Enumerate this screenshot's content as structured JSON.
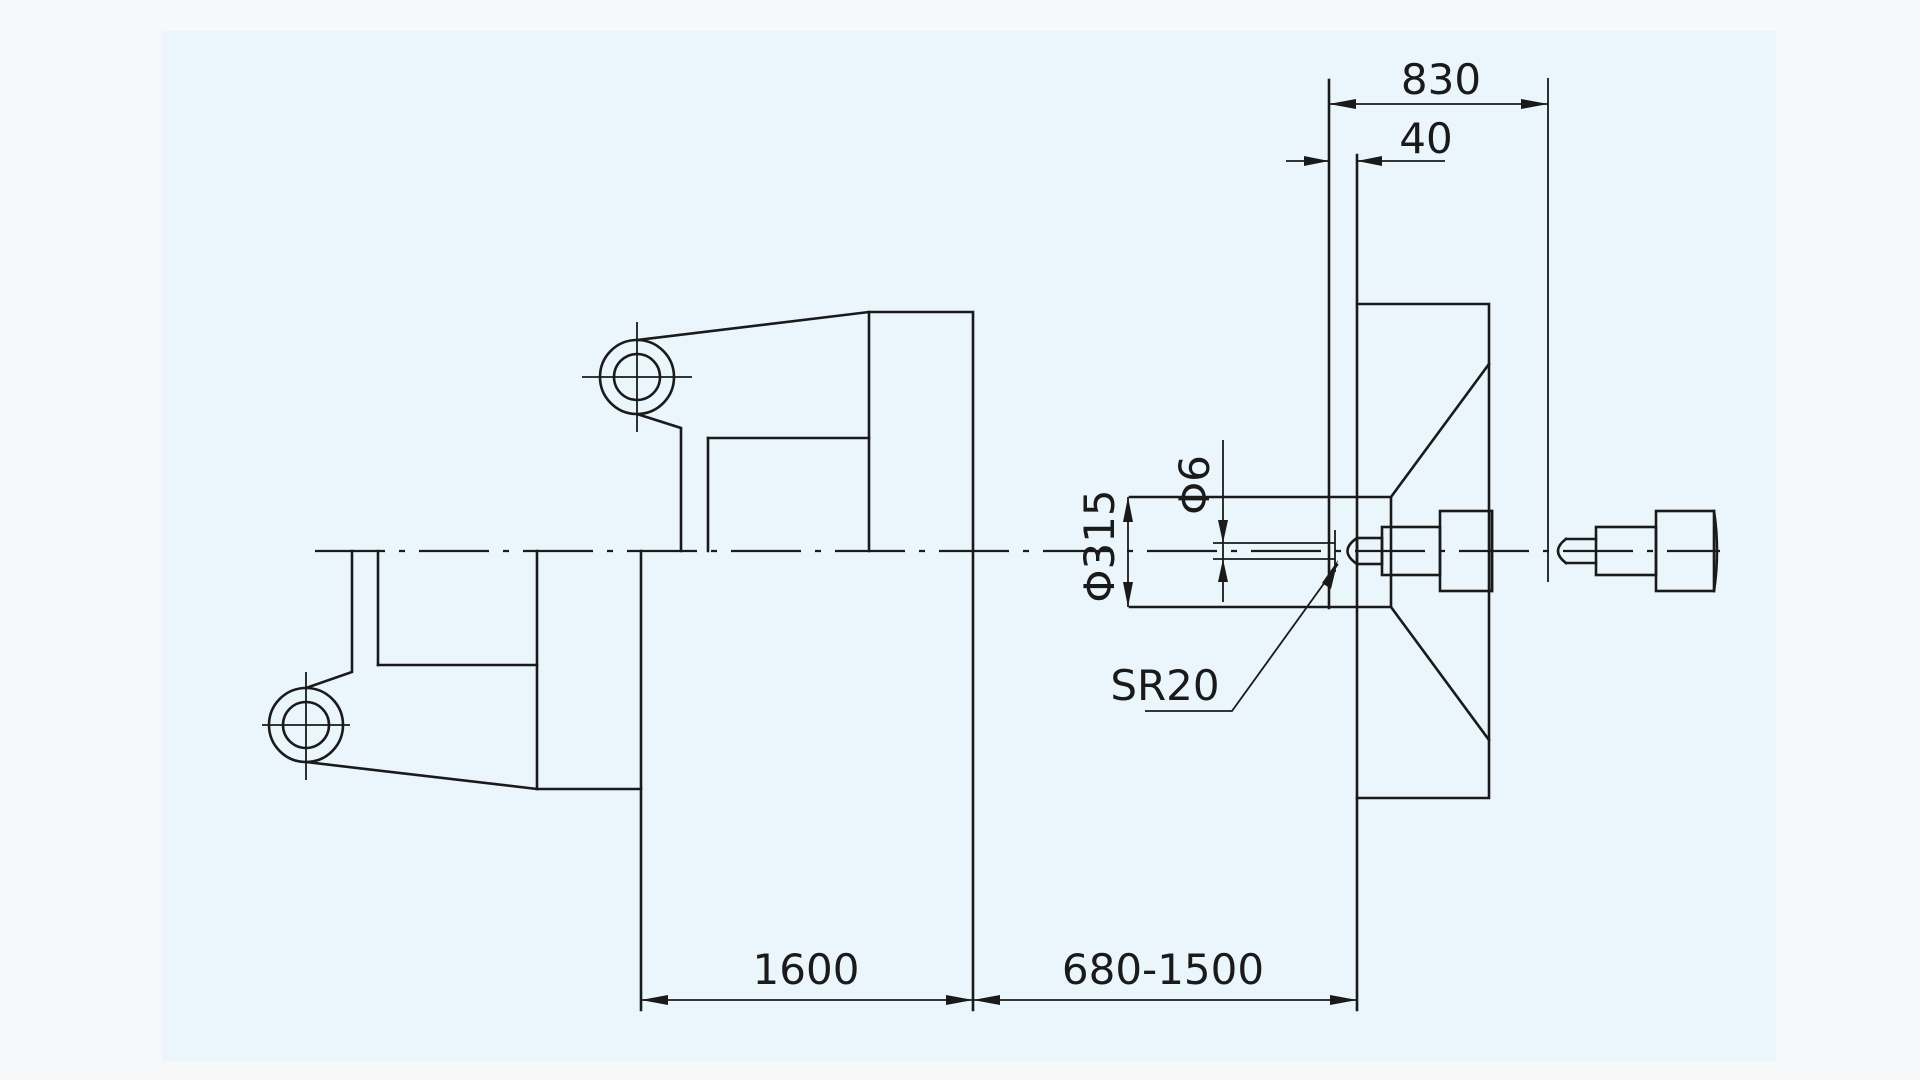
{
  "dimensions": {
    "top_overall": "830",
    "top_offset": "40",
    "nozzle_bore": "Φ6",
    "locating_ring": "Φ315",
    "nozzle_radius": "SR20",
    "bottom_left": "1600",
    "bottom_right": "680-1500"
  },
  "colors": {
    "background": "#f7f8fa",
    "drawing_area": "#eaf5fc",
    "line": "#1a1a1a"
  }
}
